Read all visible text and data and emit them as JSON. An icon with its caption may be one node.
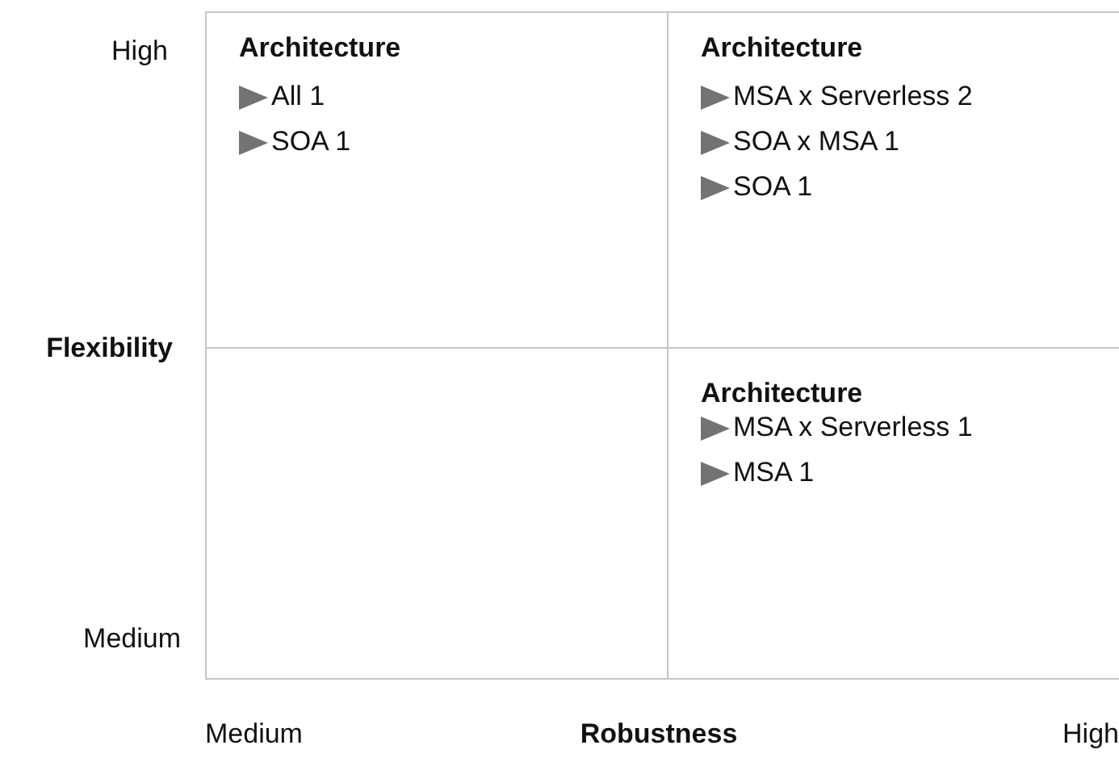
{
  "diagram": {
    "nodes": [
      {
        "text": [
          "Architecture",
          "All 1",
          "SOA 1"
        ]
      },
      {
        "text": [
          "Architecture",
          "MSA x Serverless 2",
          "SOA x MSA 1",
          "SOA 1"
        ]
      },
      {
        "text": [],
        "shape": "box"
      },
      {
        "text": [
          "Architecture",
          "MSA x Serverless 1",
          "MSA 1"
        ]
      }
    ],
    "labels": [
      "High",
      "Flexibility",
      "Medium",
      "Medium",
      "Robustness",
      "High"
    ]
  }
}
